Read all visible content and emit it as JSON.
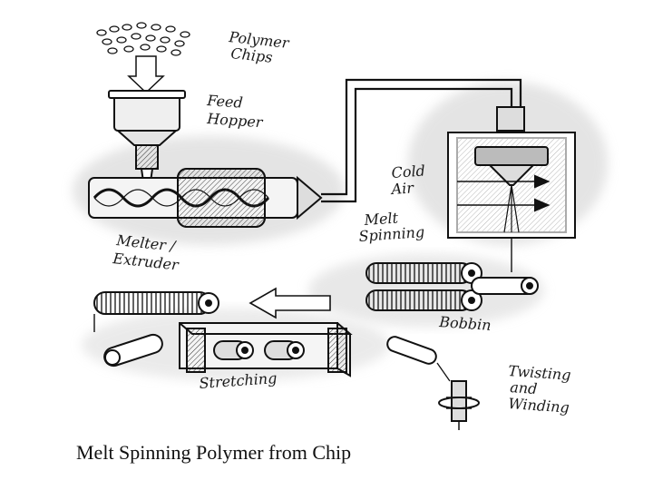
{
  "labels": {
    "polymer_chips": [
      "Polymer",
      "Chips"
    ],
    "feed_hopper": [
      "Feed",
      "Hopper"
    ],
    "melter_extruder": [
      "Melter /",
      "Extruder"
    ],
    "cold_air": [
      "Cold",
      "Air"
    ],
    "melt_spinning": [
      "Melt",
      "Spinning"
    ],
    "bobbin": "Bobbin",
    "stretching": "Stretching",
    "twisting_winding": [
      "Twisting",
      "and",
      "Winding"
    ]
  },
  "caption": "Melt Spinning Polymer from Chip",
  "colors": {
    "ink": "#1a1a1a",
    "shade": "#9a9a9a",
    "smudge": "#cfcfcf",
    "background": "#ffffff"
  }
}
